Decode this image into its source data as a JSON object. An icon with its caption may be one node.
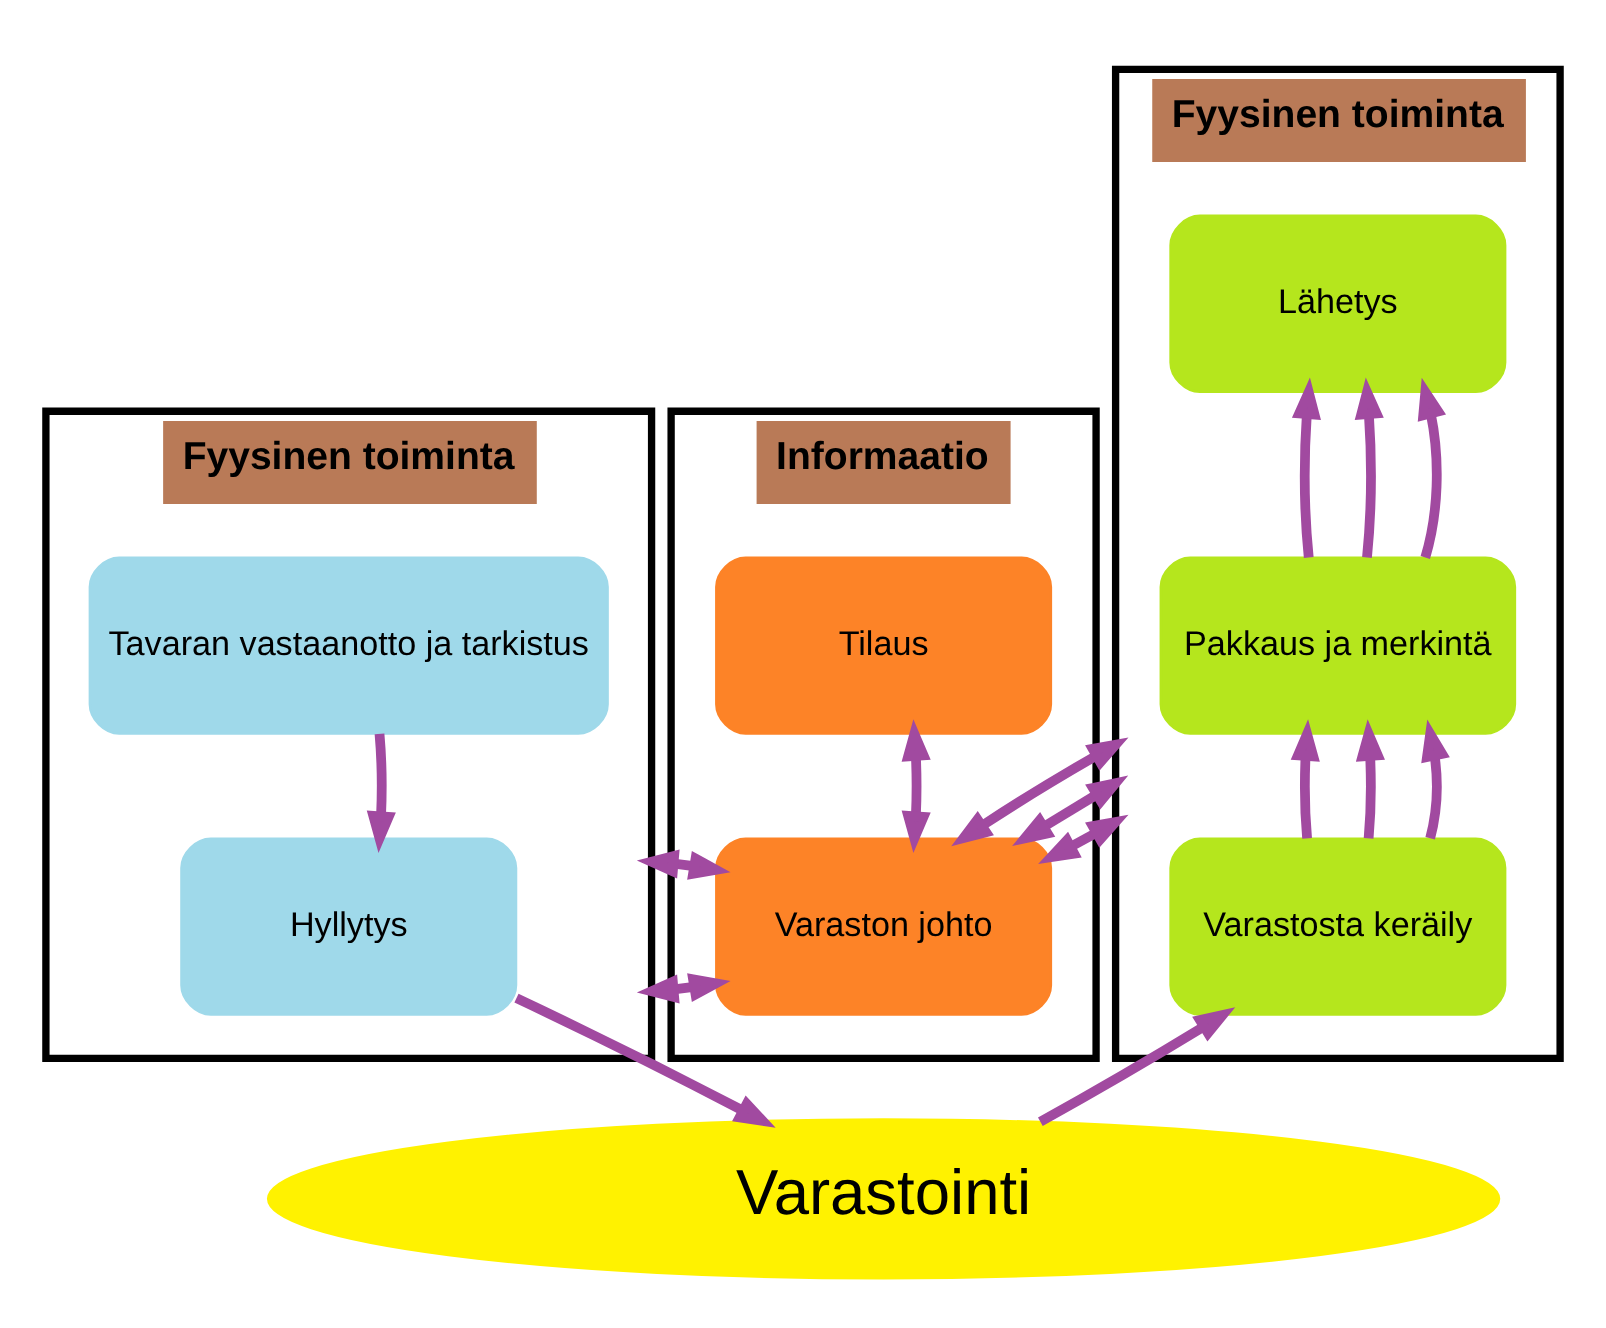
{
  "diagram": {
    "nodes": [
      {
        "text": [
          "Fyysinen toiminta"
        ]
      },
      {
        "text": [
          "Tavaran vastaanotto ja tarkistus"
        ],
        "in": 0
      },
      {
        "text": [
          "Hyllytys"
        ],
        "in": 0
      },
      {
        "text": [
          "Informaatio"
        ]
      },
      {
        "text": [
          "Tilaus"
        ],
        "in": 3
      },
      {
        "text": [
          "Varaston johto"
        ],
        "in": 3
      },
      {
        "text": [
          "Fyysinen toiminta"
        ]
      },
      {
        "text": [
          "Lähetys"
        ],
        "in": 6
      },
      {
        "text": [
          "Pakkaus ja merkintä"
        ],
        "in": 6
      },
      {
        "text": [
          "Varastosta keräily"
        ],
        "in": 6
      },
      {
        "text": [
          "Varastointi"
        ]
      }
    ],
    "edges": [
      {
        "from": 1,
        "to": 2,
        "arrow": "to"
      },
      {
        "from": 2,
        "to": 10,
        "arrow": "to"
      },
      {
        "from": 4,
        "to": 5,
        "arrow": "both"
      },
      {
        "from": 0,
        "to": 5,
        "arrow": "both"
      },
      {
        "from": 5,
        "to": 6,
        "arrow": "both"
      },
      {
        "from": 0,
        "to": 5,
        "arrow": "both"
      },
      {
        "from": 5,
        "to": 6,
        "arrow": "both"
      },
      {
        "from": 5,
        "to": 6,
        "arrow": "both"
      },
      {
        "from": 8,
        "to": 7,
        "arrow": "to"
      },
      {
        "from": 8,
        "to": 7,
        "arrow": "to"
      },
      {
        "from": 8,
        "to": 7,
        "arrow": "to"
      },
      {
        "from": 9,
        "to": 8,
        "arrow": "to"
      },
      {
        "from": 9,
        "to": 8,
        "arrow": "to"
      },
      {
        "from": 9,
        "to": 8,
        "arrow": "to"
      },
      {
        "from": 10,
        "to": 9,
        "arrow": "to"
      }
    ]
  }
}
